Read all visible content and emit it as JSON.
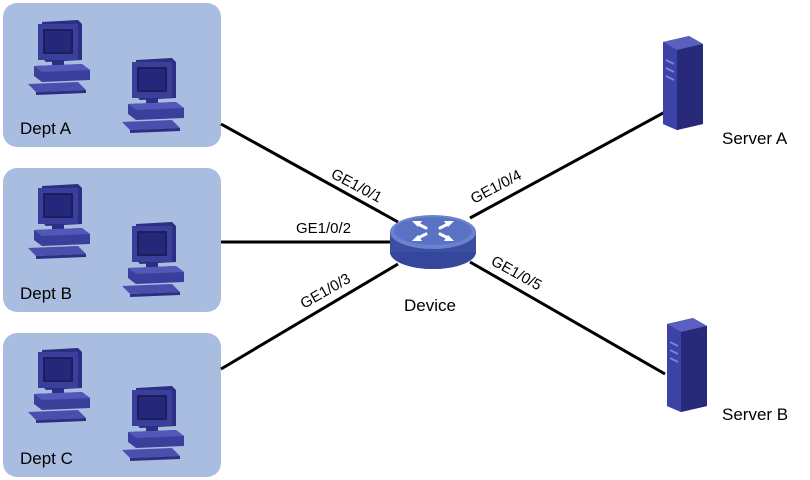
{
  "departments": [
    {
      "label": "Dept A"
    },
    {
      "label": "Dept B"
    },
    {
      "label": "Dept C"
    }
  ],
  "device": {
    "label": "Device"
  },
  "servers": [
    {
      "label": "Server A"
    },
    {
      "label": "Server B"
    }
  ],
  "ports": [
    {
      "label": "GE1/0/1"
    },
    {
      "label": "GE1/0/2"
    },
    {
      "label": "GE1/0/3"
    },
    {
      "label": "GE1/0/4"
    },
    {
      "label": "GE1/0/5"
    }
  ],
  "colors": {
    "dept_box": "#a9bde1",
    "computer": "#3b3f9c",
    "switch": "#4d63b8",
    "server": "#2f3590"
  }
}
